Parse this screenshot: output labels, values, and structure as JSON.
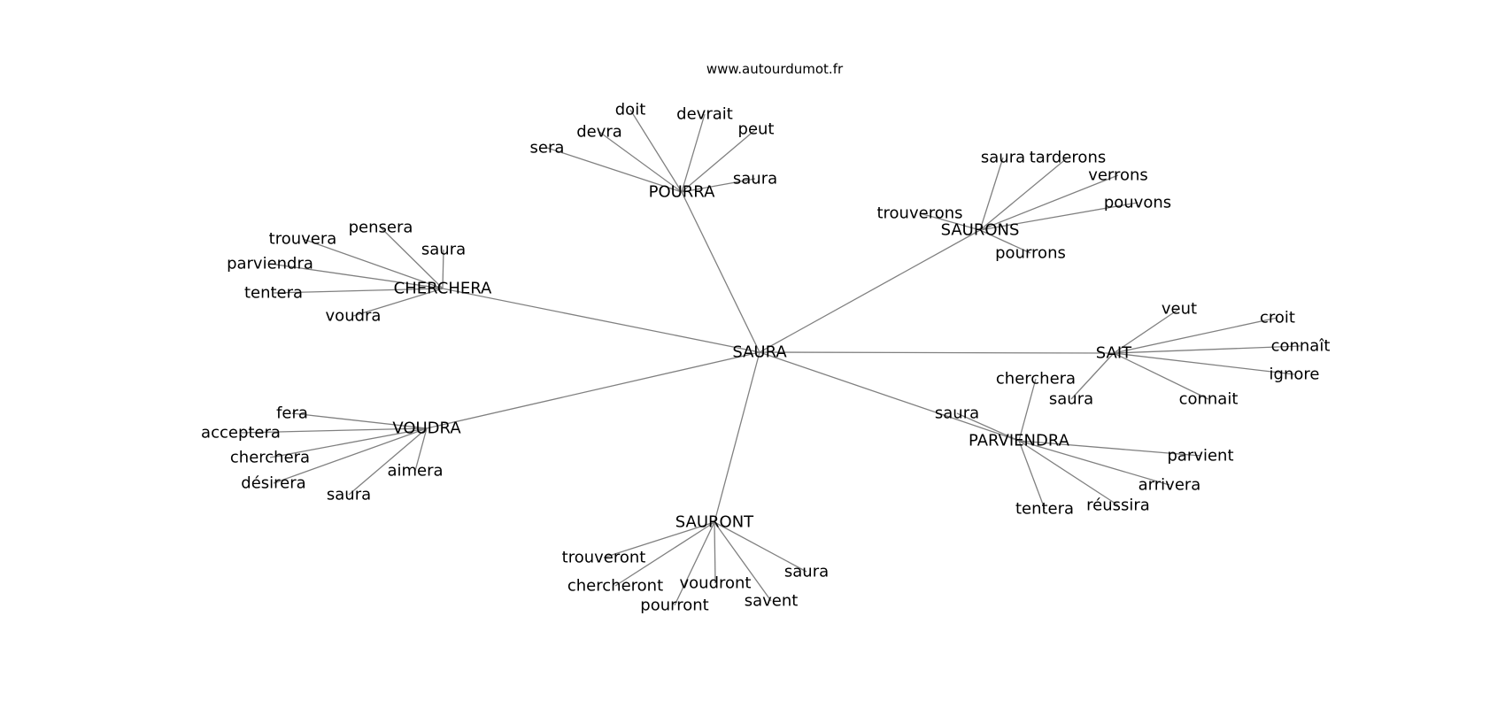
{
  "site": "www.autourdumot.fr",
  "graph": {
    "center": "SAURA",
    "hubs": [
      {
        "id": "pourra",
        "label": "POURRA",
        "leaves": [
          "sera",
          "devra",
          "doit",
          "devrait",
          "peut",
          "saura"
        ]
      },
      {
        "id": "saurons",
        "label": "SAURONS",
        "leaves": [
          "trouverons",
          "saura",
          "tarderons",
          "verrons",
          "pouvons",
          "pourrons"
        ]
      },
      {
        "id": "cherchera",
        "label": "CHERCHERA",
        "leaves": [
          "trouvera",
          "pensera",
          "saura",
          "parviendra",
          "tentera",
          "voudra"
        ]
      },
      {
        "id": "sait",
        "label": "SAIT",
        "leaves": [
          "veut",
          "croit",
          "connaît",
          "ignore",
          "connait",
          "saura"
        ]
      },
      {
        "id": "voudra",
        "label": "VOUDRA",
        "leaves": [
          "fera",
          "acceptera",
          "cherchera",
          "désirera",
          "saura",
          "aimera"
        ]
      },
      {
        "id": "parviendra",
        "label": "PARVIENDRA",
        "leaves": [
          "saura",
          "cherchera",
          "parvient",
          "arrivera",
          "réussira",
          "tentera"
        ]
      },
      {
        "id": "sauront",
        "label": "SAURONT",
        "leaves": [
          "trouveront",
          "chercheront",
          "pourront",
          "voudront",
          "savent",
          "saura"
        ]
      }
    ]
  }
}
